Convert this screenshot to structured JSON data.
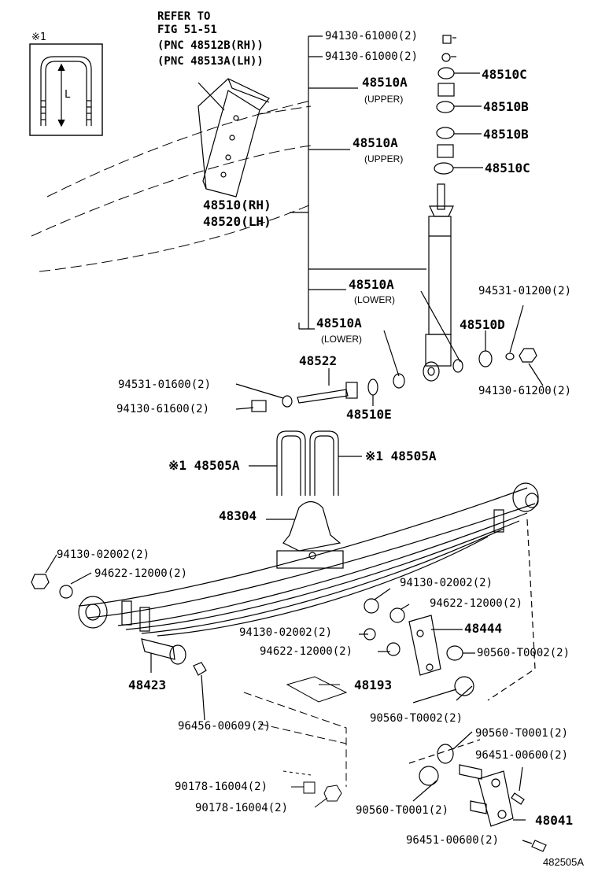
{
  "refer": {
    "line1": "REFER TO",
    "line2": "FIG 51-51",
    "line3": "(PNC 48512B(RH))",
    "line4": "(PNC 48513A(LH))"
  },
  "inset": {
    "mark": "※1",
    "dim": "L"
  },
  "labels": {
    "p1": "94130-61000(2)",
    "p2": "94130-61000(2)",
    "p3": "48510A",
    "p3sub": "(UPPER)",
    "p4": "48510C",
    "p5": "48510B",
    "p6": "48510A",
    "p6sub": "(UPPER)",
    "p7": "48510B",
    "p8": "48510C",
    "p9": "48510(RH)",
    "p10": "48520(LH)",
    "p11": "48510A",
    "p11sub": "(LOWER)",
    "p12": "94531-01200(2)",
    "p13": "48510A",
    "p13sub": "(LOWER)",
    "p14": "48510D",
    "p15": "94130-61200(2)",
    "p16": "48522",
    "p17": "94531-01600(2)",
    "p18": "94130-61600(2)",
    "p19": "48510E",
    "p20": "※1 48505A",
    "p21": "※1 48505A",
    "p22": "48304",
    "p23": "94130-02002(2)",
    "p24": "94622-12000(2)",
    "p25": "94130-02002(2)",
    "p26": "94622-12000(2)",
    "p27": "94130-02002(2)",
    "p28": "48444",
    "p29": "94622-12000(2)",
    "p30": "90560-T0002(2)",
    "p31": "48423",
    "p32": "48193",
    "p33": "90560-T0002(2)",
    "p34": "96456-00609(2)",
    "p35": "90560-T0001(2)",
    "p36": "96451-00600(2)",
    "p37": "90178-16004(2)",
    "p38": "90178-16004(2)",
    "p39": "90560-T0001(2)",
    "p40": "48041",
    "p41": "96451-00600(2)",
    "fig_id": "482505A"
  }
}
